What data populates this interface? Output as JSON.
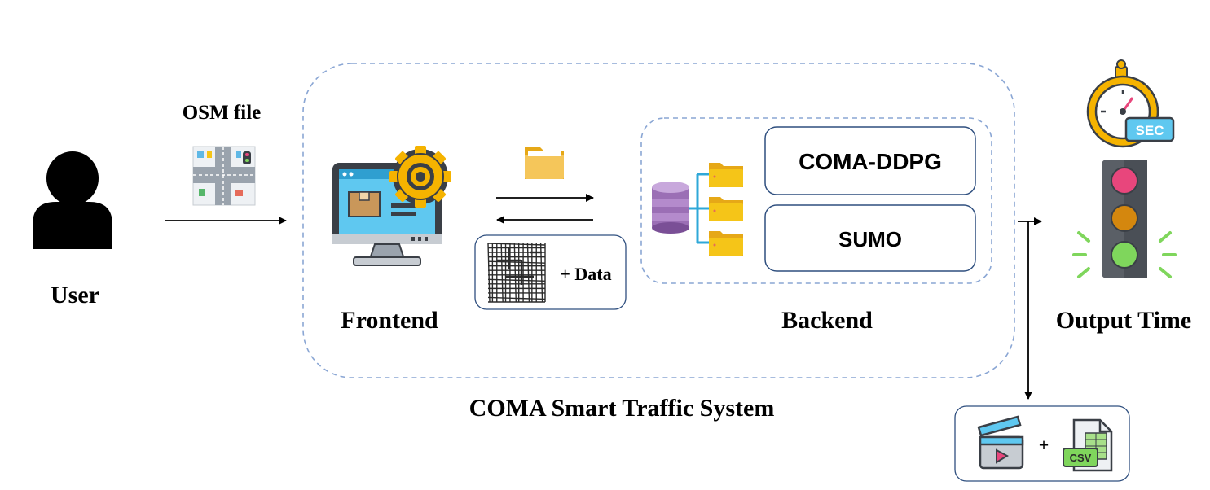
{
  "labels": {
    "osm_file": "OSM file",
    "user": "User",
    "frontend": "Frontend",
    "backend": "Backend",
    "output_time": "Output Time",
    "system_name": "COMA Smart Traffic System",
    "plus_data": "+ Data",
    "coma_ddpg": "COMA-DDPG",
    "sumo": "SUMO",
    "plus": "+",
    "csv": "CSV",
    "sec": "SEC"
  },
  "icons": {
    "user": "user-silhouette-icon",
    "map": "street-map-icon",
    "computer": "computer-gear-icon",
    "folder": "folder-icon",
    "grid": "road-network-grid-icon",
    "database": "database-icon",
    "stopwatch": "stopwatch-icon",
    "traffic_light": "traffic-light-icon",
    "video": "clapperboard-icon",
    "csv": "csv-file-icon"
  },
  "colors": {
    "dashed_border": "#7f9fcf",
    "box_border": "#2f4f7f",
    "folder_yellow": "#f5c518",
    "database_purple": "#9b6fb5",
    "monitor_screen": "#5fc8f0",
    "gear": "#f5b300",
    "light_red": "#e8467c",
    "light_amber": "#d4870e",
    "light_green": "#7fd65c"
  }
}
